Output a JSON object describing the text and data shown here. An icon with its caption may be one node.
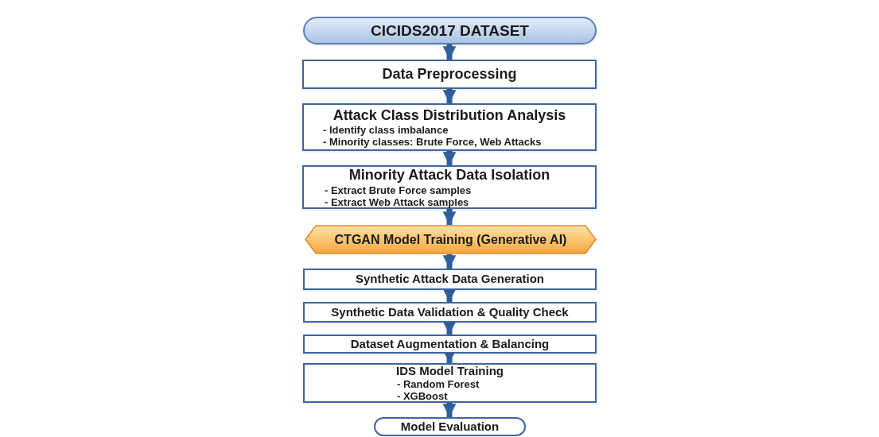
{
  "diagram": {
    "nodes": [
      {
        "text": [
          "CICIDS2017 DATASET"
        ]
      },
      {
        "text": [
          "Data Preprocessing"
        ]
      },
      {
        "text": [
          "Attack Class Distribution Analysis",
          "- Identify class imbalance",
          "- Minority classes: Brute Force, Web Attacks"
        ]
      },
      {
        "text": [
          "Minority Attack Data Isolation",
          "- Extract Brute Force samples",
          "- Extract Web Attack samples"
        ]
      },
      {
        "text": [
          "CTGAN Model Training (Generative AI)"
        ]
      },
      {
        "text": [
          "Synthetic Attack Data Generation"
        ]
      },
      {
        "text": [
          "Synthetic Data Validation & Quality Check"
        ]
      },
      {
        "text": [
          "Dataset Augmentation & Balancing"
        ]
      },
      {
        "text": [
          "IDS Model Training",
          "- Random Forest",
          "- XGBoost"
        ]
      },
      {
        "text": [
          "Model Evaluation"
        ]
      }
    ],
    "edges": [
      {
        "from": 0,
        "to": 1,
        "arrow": "to"
      },
      {
        "from": 1,
        "to": 2,
        "arrow": "to"
      },
      {
        "from": 2,
        "to": 3,
        "arrow": "to"
      },
      {
        "from": 3,
        "to": 4,
        "arrow": "to"
      },
      {
        "from": 4,
        "to": 5,
        "arrow": "to"
      },
      {
        "from": 5,
        "to": 6,
        "arrow": "to"
      },
      {
        "from": 6,
        "to": 7,
        "arrow": "to"
      },
      {
        "from": 7,
        "to": 8,
        "arrow": "to"
      },
      {
        "from": 8,
        "to": 9,
        "arrow": "to"
      }
    ]
  }
}
